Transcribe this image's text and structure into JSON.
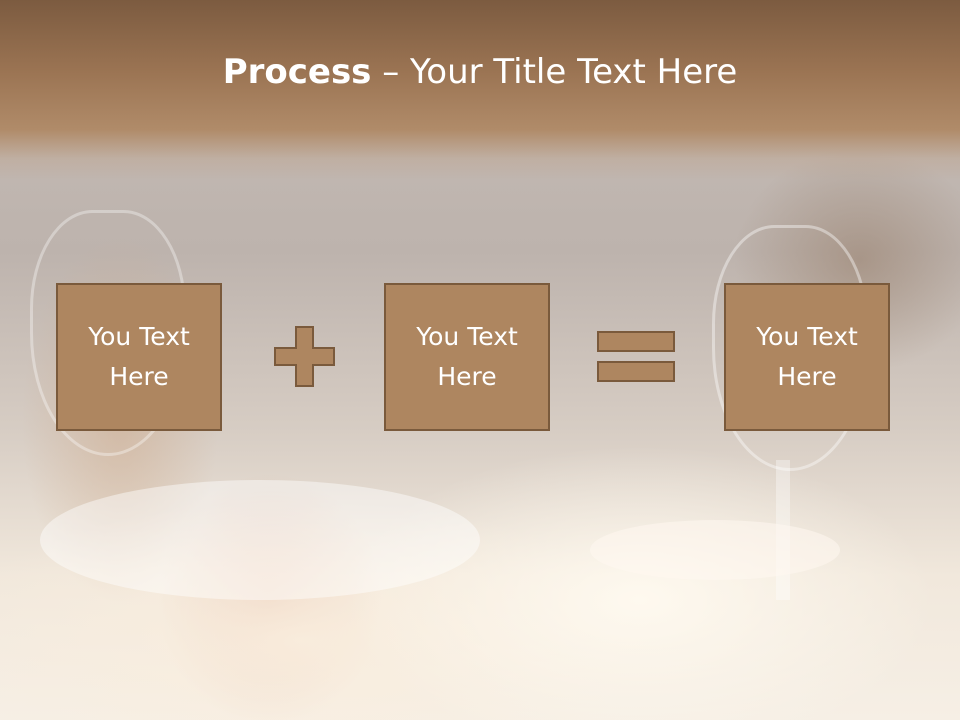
{
  "slide": {
    "title_bold": "Process",
    "title_rest": " – Your Title Text Here",
    "boxes": [
      {
        "text": "You Text Here"
      },
      {
        "text": "You Text Here"
      },
      {
        "text": "You Text Here"
      }
    ],
    "operators": [
      "plus-icon",
      "equals-icon"
    ]
  },
  "colors": {
    "header": "#9b7453",
    "box_fill": "#ae8660",
    "box_border": "#7a5a3c",
    "text": "#ffffff"
  }
}
